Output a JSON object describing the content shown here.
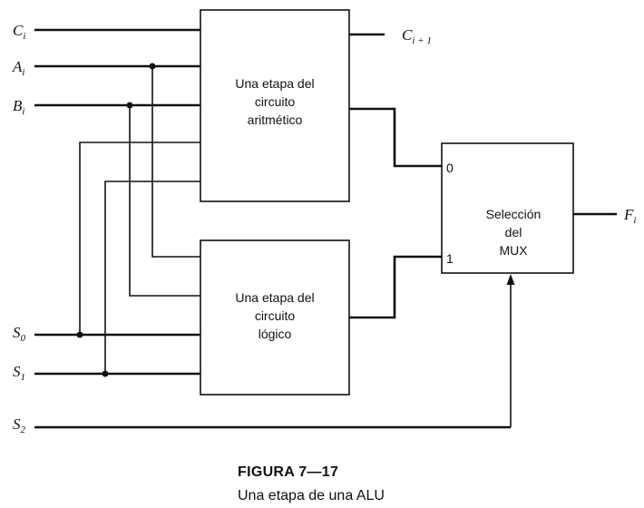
{
  "inputs": {
    "c": {
      "base": "C",
      "sub": "i"
    },
    "a": {
      "base": "A",
      "sub": "i"
    },
    "b": {
      "base": "B",
      "sub": "i"
    },
    "s0": {
      "base": "S",
      "sub": "0"
    },
    "s1": {
      "base": "S",
      "sub": "1"
    },
    "s2": {
      "base": "S",
      "sub": "2"
    }
  },
  "outputs": {
    "carry": {
      "base": "C",
      "sub": "i + 1"
    },
    "f": {
      "base": "F",
      "sub": "i"
    }
  },
  "blocks": {
    "arithmetic": [
      "Una etapa del",
      "circuito",
      "aritmético"
    ],
    "logic": [
      "Una etapa del",
      "circuito",
      "lógico"
    ],
    "mux": [
      "Selección",
      "del",
      "MUX"
    ]
  },
  "mux_inputs": {
    "in0": "0",
    "in1": "1"
  },
  "caption": {
    "title": "FIGURA 7—17",
    "subtitle": "Una etapa de una ALU"
  }
}
